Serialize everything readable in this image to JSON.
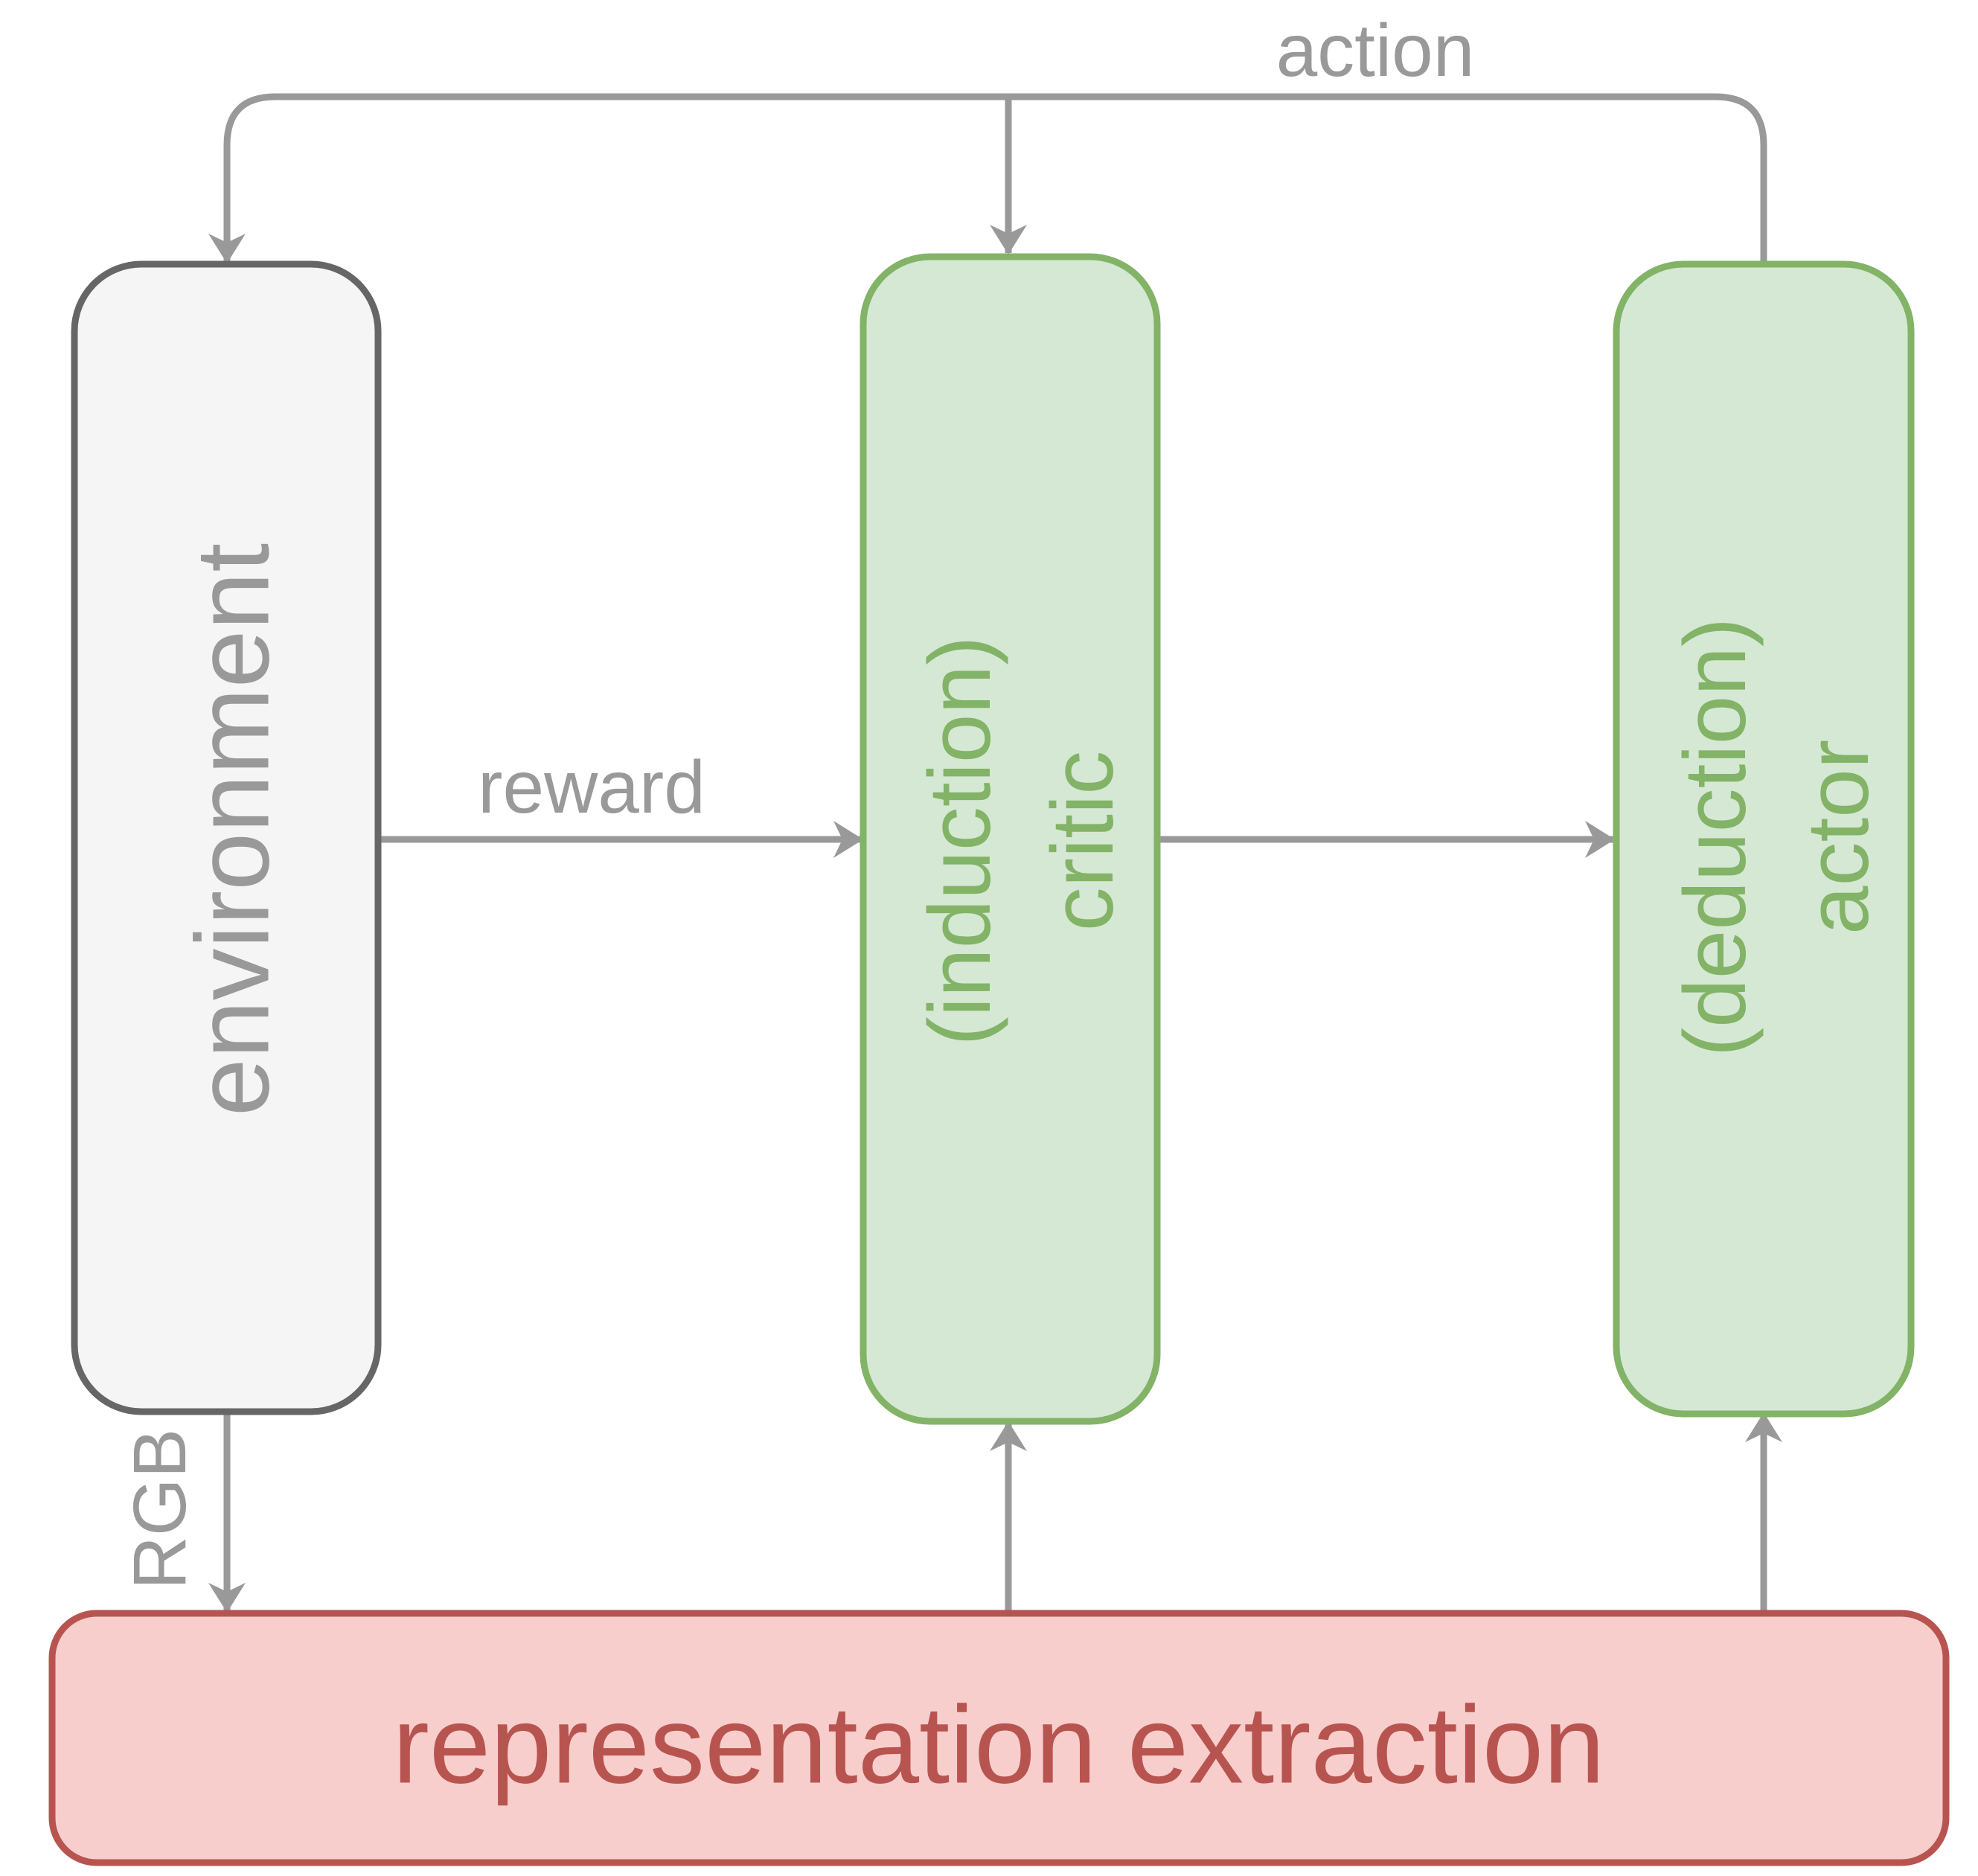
{
  "nodes": {
    "environment": {
      "label": "environment",
      "fill": "#f5f5f5",
      "stroke": "#666666",
      "text_color": "#999999"
    },
    "critic": {
      "label_top": "(induction)",
      "label_bottom": "critic",
      "fill": "#d5e8d4",
      "stroke": "#82b366",
      "text_color": "#82b366"
    },
    "actor": {
      "label_top": "(deduction)",
      "label_bottom": "actor",
      "fill": "#d5e8d4",
      "stroke": "#82b366",
      "text_color": "#82b366"
    },
    "representation": {
      "label": "representation extraction",
      "fill": "#f8cecc",
      "stroke": "#b85450",
      "text_color": "#b85450"
    }
  },
  "edges": {
    "action": {
      "label": "action"
    },
    "reward": {
      "label": "reward"
    },
    "rgb": {
      "label": "RGB"
    },
    "edge_color": "#999999"
  }
}
